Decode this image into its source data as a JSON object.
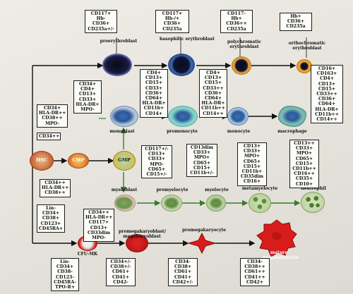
{
  "colors": {
    "background": "#e6e4dc",
    "erythroid_dark": "#111630",
    "erythroid_orange": "#e69a1c",
    "monocyte_blue": "#3a6fb0",
    "granulocyte_green": "#7aa05a",
    "megakaryocyte_red": "#d01818",
    "hsc_orange": "#e07a3a"
  },
  "stem": {
    "hsc": "HSC",
    "cmp": "CMP",
    "gmp": "GMP",
    "hsc_markers": [
      "CD34++"
    ],
    "cmp_markers": [
      "CD34++",
      "HLA-DR++",
      "CD38++"
    ],
    "lin_markers": [
      "Lin-",
      "CD34+",
      "CD38+",
      "CD123+",
      "CD45RA+"
    ],
    "gmp_markers": [
      "CD34+",
      "HLA-DR++",
      "CD38++",
      "MPO-"
    ]
  },
  "erythroid": {
    "cells": [
      {
        "name": "proerythroblast",
        "markers": [
          "CD117+",
          "Hb-",
          "CD36+",
          "CD235a+/-"
        ]
      },
      {
        "name": "basophilic erythroblast",
        "markers": [
          "CD117+",
          "Hb-/+",
          "CD36+",
          "CD235a"
        ]
      },
      {
        "name": "polychromatic erythroblast",
        "markers": [
          "CD117-",
          "Hb+",
          "CD36++",
          "CD235a"
        ]
      },
      {
        "name": "orthochromatic erythroblast",
        "markers": [
          "Hb+",
          "CD36+",
          "CD235a"
        ]
      }
    ]
  },
  "monocytic": {
    "cells": [
      {
        "name": "monoblast",
        "markers": [
          "CD34+",
          "CD4+",
          "CD13+",
          "CD33+",
          "HLA-DR+",
          "MPO-"
        ]
      },
      {
        "name": "promonocyte",
        "markers": [
          "CD4+",
          "CD13+",
          "CD15+",
          "CD33+",
          "CD36+",
          "CD64+",
          "HLA-DR+",
          "CD11b+",
          "CD14+"
        ]
      },
      {
        "name": "monocyte",
        "markers": [
          "CD4+",
          "CD13+",
          "CD15+",
          "CD33++",
          "CD36+",
          "CD64+",
          "HLA-DR+",
          "CD11b++",
          "CD14++"
        ]
      },
      {
        "name": "macrophage",
        "markers": [
          "CD16+",
          "CD163+",
          "CD4+",
          "CD13+",
          "CD15+",
          "CD33++",
          "CD36+",
          "CD64+",
          "HLA-DR+",
          "CD11b++",
          "CD14++"
        ]
      }
    ]
  },
  "granulocytic": {
    "cells": [
      {
        "name": "myeloblast",
        "markers": [
          "CD34++",
          "HLA-DR++",
          "CD117+",
          "CD13+",
          "CD33dim",
          "MPO-"
        ]
      },
      {
        "name": "promyelocyte",
        "markers": [
          "CD117+/-",
          "CD13+",
          "CD33+",
          "MPO-",
          "CD65+",
          "CD15+/-"
        ]
      },
      {
        "name": "myelocyte",
        "markers": [
          "CD13dim",
          "CD33+",
          "MPO+",
          "CD65+",
          "CD15+",
          "CD11b+/-"
        ]
      },
      {
        "name": "metamyelocyte",
        "markers": [
          "CD13+",
          "CD33+",
          "MPO+",
          "CD65+",
          "CD15+",
          "CD11b+",
          "CD35dim",
          "CD16+"
        ]
      },
      {
        "name": "neutrophil",
        "markers": [
          "CD13++",
          "CD33+",
          "MPO+",
          "CD65+",
          "CD15+",
          "CD11b++",
          "CD16++",
          "CD35+",
          "CD10+"
        ]
      }
    ]
  },
  "megakaryocytic": {
    "cells": [
      {
        "name": "CFU-MK",
        "markers": [
          "Lin-",
          "CD34+",
          "CD38-",
          "CD123-",
          "CD45RA-",
          "TPO-R+"
        ]
      },
      {
        "name": "promegakaryoblast/ megakaryoblast",
        "markers": [
          "CD34+/-",
          "CD38+/-",
          "CD61+",
          "CD41+",
          "CD42-"
        ]
      },
      {
        "name": "promegakaryocyte",
        "markers": [
          "CD34-",
          "CD38+",
          "CD61+",
          "CD41+",
          "CD42+/-"
        ]
      },
      {
        "name": "mature megakaryocyte",
        "markers": [
          "CD34-",
          "CD38++",
          "CD61++",
          "CD41++",
          "CD42+"
        ]
      }
    ]
  }
}
